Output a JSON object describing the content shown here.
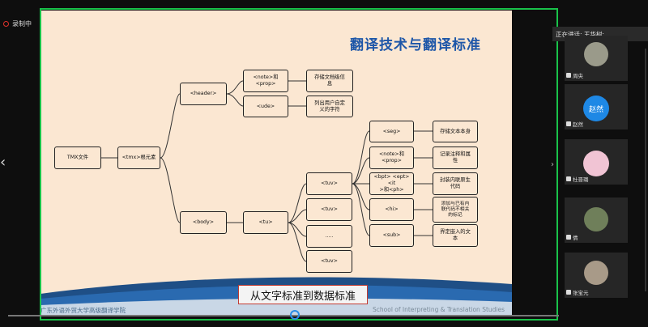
{
  "recording": {
    "label": "录制中"
  },
  "slide": {
    "title": "翻译技术与翻译标准",
    "subtitle": "从文字标准到数据标准",
    "footer_left": "广东外语外贸大学高级翻译学院",
    "footer_right": "School of Interpreting & Translation Studies"
  },
  "diagram": {
    "root": "TMX文件",
    "tmx": "<tmx>根元素",
    "header": "<header>",
    "note_prop_h": "<note>和\n<prop>",
    "ude": "<ude>",
    "store_doc": "存储文档级信\n息",
    "list_user": "列出用户自定\n义的字符",
    "body": "<body>",
    "tu": "<tu>",
    "tuv1": "<tuv>",
    "tuv2": "<tuv>",
    "dots": ".....",
    "tuv3": "<tuv>",
    "seg": "<seg>",
    "note_prop_b": "<note>和\n<prop>",
    "bpt": "<bpt> <ept> <it\n>和<ph>",
    "hi": "<hi>",
    "sub": "<sub>",
    "store_text": "存储文本本身",
    "record_notes": "记录注释和属\n性",
    "wrap_code": "封装内联原生\n代码",
    "delimit": "添加与已有内\n联代码不相关\n的标记",
    "define_embedded": "界定嵌入的文\n本"
  },
  "meeting": {
    "speaking_label": "正在讲话: 王华树;",
    "participants": [
      {
        "name": "周央",
        "avatar_text": ""
      },
      {
        "name": "赵然",
        "avatar_text": "赵然"
      },
      {
        "name": "杜晋璐",
        "avatar_text": ""
      },
      {
        "name": "倩",
        "avatar_text": ""
      },
      {
        "name": "张宝元",
        "avatar_text": ""
      }
    ]
  },
  "progress": {
    "value": 0.52
  },
  "colors": {
    "accent": "#19c24a",
    "title": "#1d56a8",
    "slide_bg": "#fbe7d2",
    "record": "#e0312b",
    "avatar_blue": "#1e88e5"
  }
}
